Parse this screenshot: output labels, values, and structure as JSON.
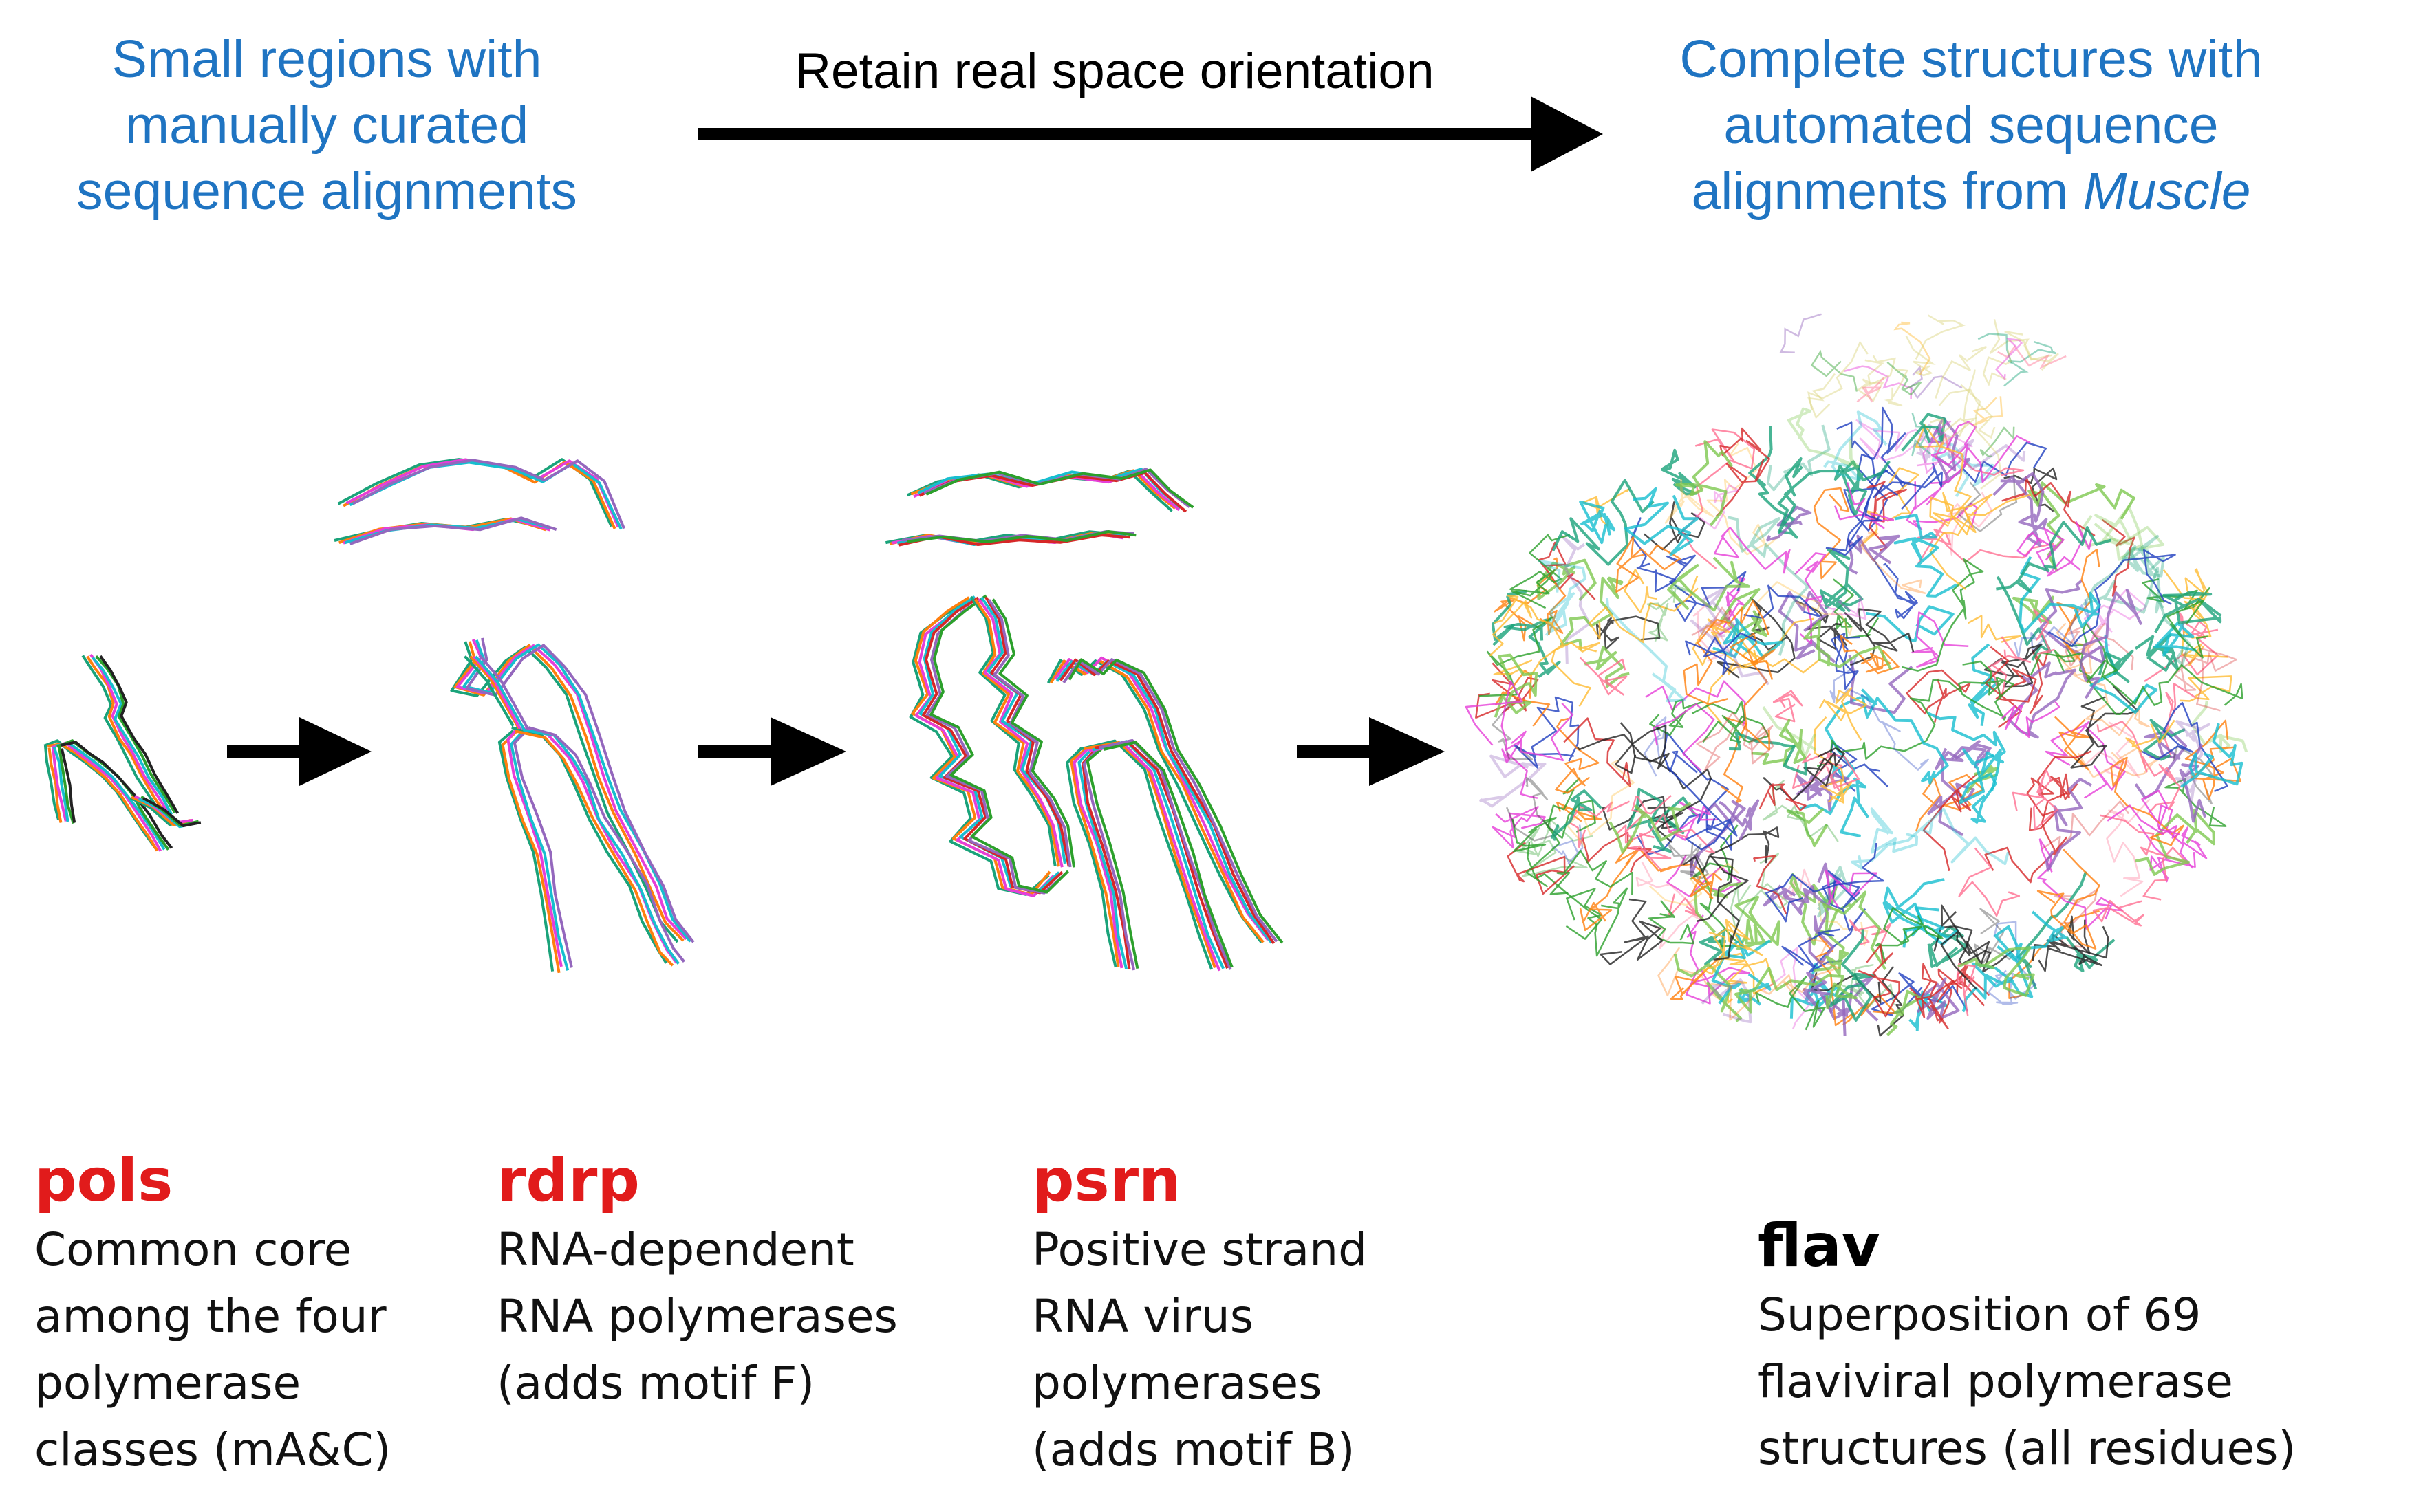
{
  "header": {
    "left_lines": [
      "Small regions with",
      "manually curated",
      "sequence alignments"
    ],
    "middle_label": "Retain real space orientation",
    "right_lines": [
      "Complete structures with",
      "automated sequence"
    ],
    "right_last_prefix": "alignments from ",
    "right_last_italic": "Muscle"
  },
  "panels": [
    {
      "name": "pols",
      "lines": [
        "Common core",
        "among the four",
        "polymerase",
        "classes (mA&C)"
      ]
    },
    {
      "name": "rdrp",
      "lines": [
        "RNA-dependent",
        "RNA polymerases",
        "(adds motif F)"
      ]
    },
    {
      "name": "psrn",
      "lines": [
        "Positive strand",
        "RNA virus",
        "polymerases",
        "(adds motif B)"
      ]
    },
    {
      "name": "flav",
      "lines": [
        "Superposition of 69",
        "flaviviral polymerase",
        "structures (all residues)"
      ]
    }
  ],
  "colors": {
    "heading_blue": "#1f74c2",
    "label_red": "#e11b1b",
    "trace_palette": [
      "#1aa37a",
      "#ff7f0e",
      "#e63fd8",
      "#17becf",
      "#2ca02c",
      "#d62728",
      "#9467bd",
      "#1f3fbf",
      "#ffbb33",
      "#7ec850",
      "#ff6f91",
      "#222222"
    ]
  }
}
